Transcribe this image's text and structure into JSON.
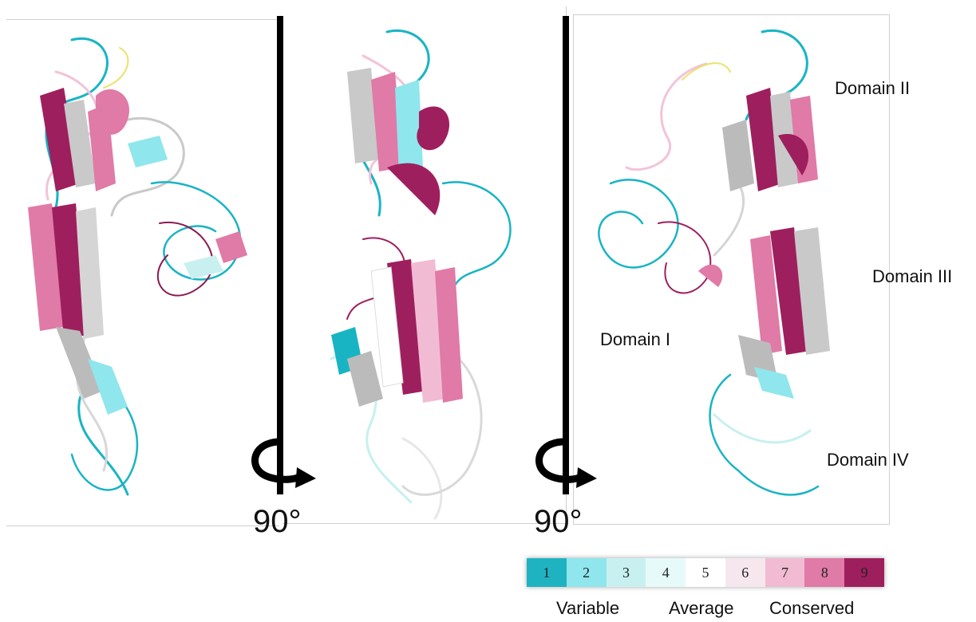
{
  "rotation_labels": [
    "90°",
    "90°"
  ],
  "domain_labels": {
    "domain_ii": "Domain II",
    "domain_iii": "Domain III",
    "domain_i": "Domain I",
    "domain_iv": "Domain IV"
  },
  "scale": {
    "grades": [
      {
        "label": "1",
        "color": "#1fb3c2"
      },
      {
        "label": "2",
        "color": "#8fe6ec"
      },
      {
        "label": "3",
        "color": "#c8f0f0"
      },
      {
        "label": "4",
        "color": "#e6fafa"
      },
      {
        "label": "5",
        "color": "#ffffff"
      },
      {
        "label": "6",
        "color": "#f6e7ef"
      },
      {
        "label": "7",
        "color": "#f1bcd3"
      },
      {
        "label": "8",
        "color": "#e07aa6"
      },
      {
        "label": "9",
        "color": "#9e1f5e"
      }
    ],
    "words": {
      "variable": "Variable",
      "average": "Average",
      "conserved": "Conserved"
    }
  }
}
